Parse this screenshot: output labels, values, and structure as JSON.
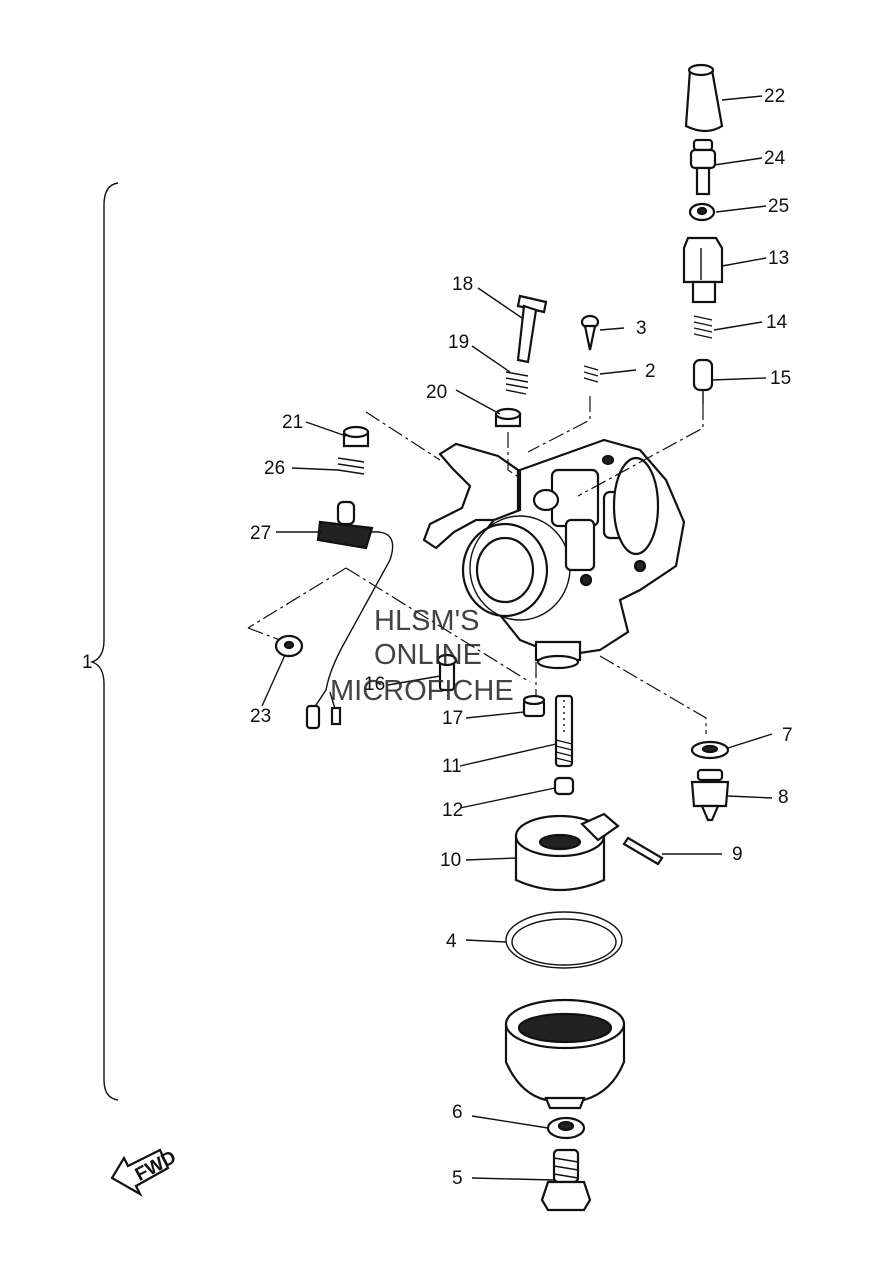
{
  "watermark": {
    "line1": "HLSM'S",
    "line2": "ONLINE",
    "line3": "MICROFICHE"
  },
  "fwd_arrow": {
    "label": "FWD"
  },
  "assembly": {
    "label": "1"
  },
  "callouts": [
    {
      "id": "22",
      "label": "22"
    },
    {
      "id": "24",
      "label": "24"
    },
    {
      "id": "25",
      "label": "25"
    },
    {
      "id": "13",
      "label": "13"
    },
    {
      "id": "14",
      "label": "14"
    },
    {
      "id": "15",
      "label": "15"
    },
    {
      "id": "18",
      "label": "18"
    },
    {
      "id": "3",
      "label": "3"
    },
    {
      "id": "19",
      "label": "19"
    },
    {
      "id": "2",
      "label": "2"
    },
    {
      "id": "20",
      "label": "20"
    },
    {
      "id": "21",
      "label": "21"
    },
    {
      "id": "26",
      "label": "26"
    },
    {
      "id": "27",
      "label": "27"
    },
    {
      "id": "23",
      "label": "23"
    },
    {
      "id": "16",
      "label": "16"
    },
    {
      "id": "17",
      "label": "17"
    },
    {
      "id": "11",
      "label": "11"
    },
    {
      "id": "12",
      "label": "12"
    },
    {
      "id": "7",
      "label": "7"
    },
    {
      "id": "8",
      "label": "8"
    },
    {
      "id": "9",
      "label": "9"
    },
    {
      "id": "10",
      "label": "10"
    },
    {
      "id": "4",
      "label": "4"
    },
    {
      "id": "6",
      "label": "6"
    },
    {
      "id": "5",
      "label": "5"
    }
  ]
}
